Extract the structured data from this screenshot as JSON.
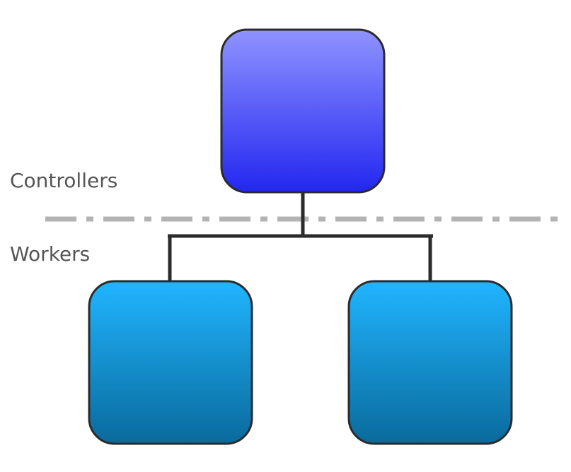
{
  "layers": {
    "upper_label": "Controllers",
    "lower_label": "Workers"
  },
  "nodes": {
    "controller_count": 1,
    "worker_count": 2
  },
  "colors": {
    "controller_top": "#8f93ff",
    "controller_bottom": "#2327f0",
    "worker_top": "#21b5ff",
    "worker_bottom": "#0a6a9c",
    "node_border": "#2b2b2b",
    "connector": "#2b2b2b",
    "separator": "#b3b3b3",
    "label_text": "#555555"
  }
}
